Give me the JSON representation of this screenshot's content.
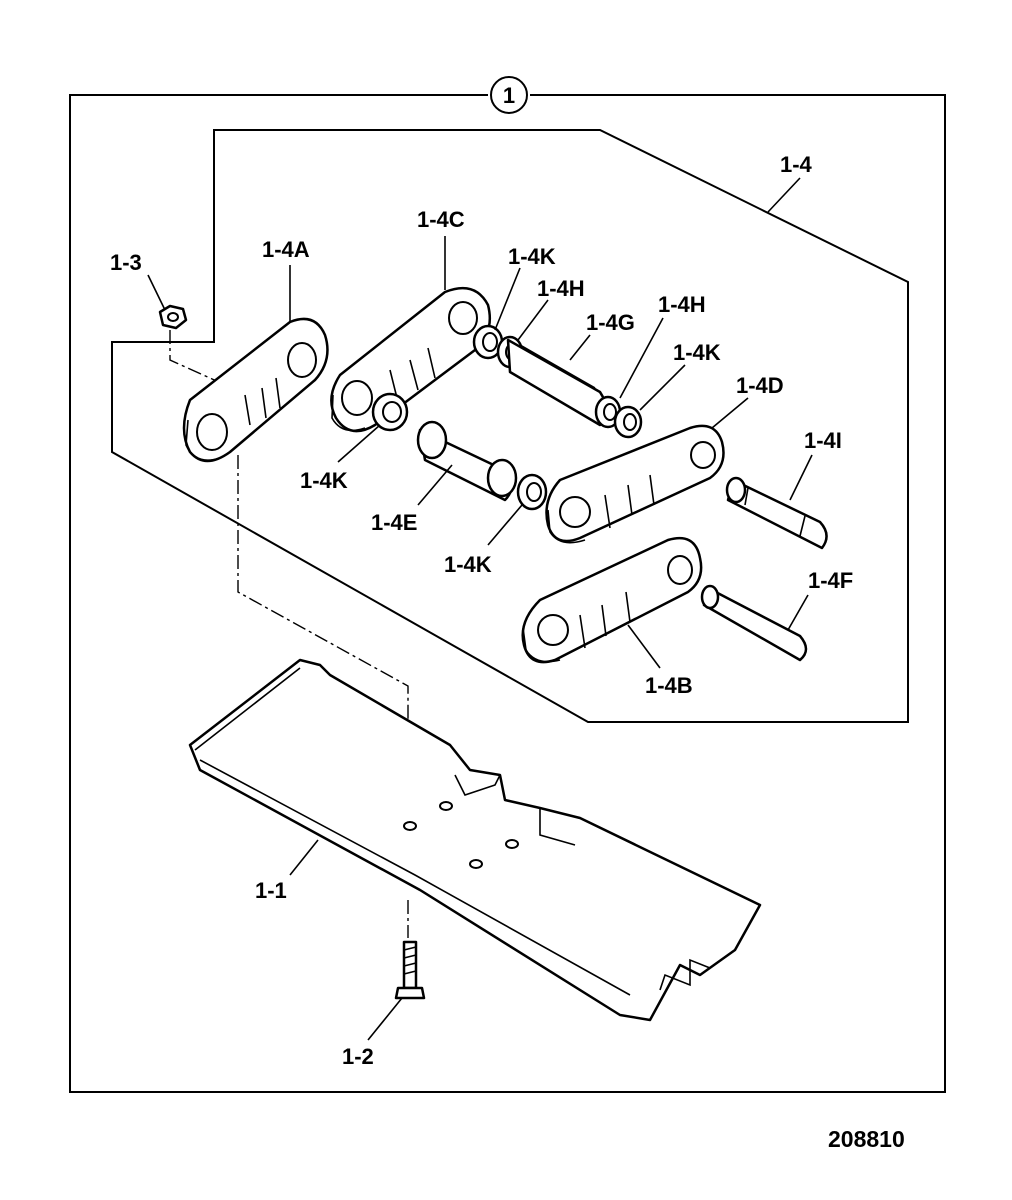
{
  "figure": {
    "number": "1",
    "drawing_id": "208810"
  },
  "labels": {
    "p1_4": "1-4",
    "p1_4C": "1-4C",
    "p1_4A": "1-4A",
    "p1_3": "1-3",
    "p1_4K_top": "1-4K",
    "p1_4H_left": "1-4H",
    "p1_4G": "1-4G",
    "p1_4H_right": "1-4H",
    "p1_4K_right": "1-4K",
    "p1_4D": "1-4D",
    "p1_4K_left": "1-4K",
    "p1_4I": "1-4I",
    "p1_4E": "1-4E",
    "p1_4K_bottom": "1-4K",
    "p1_4F": "1-4F",
    "p1_4B": "1-4B",
    "p1_1": "1-1",
    "p1_2": "1-2"
  }
}
